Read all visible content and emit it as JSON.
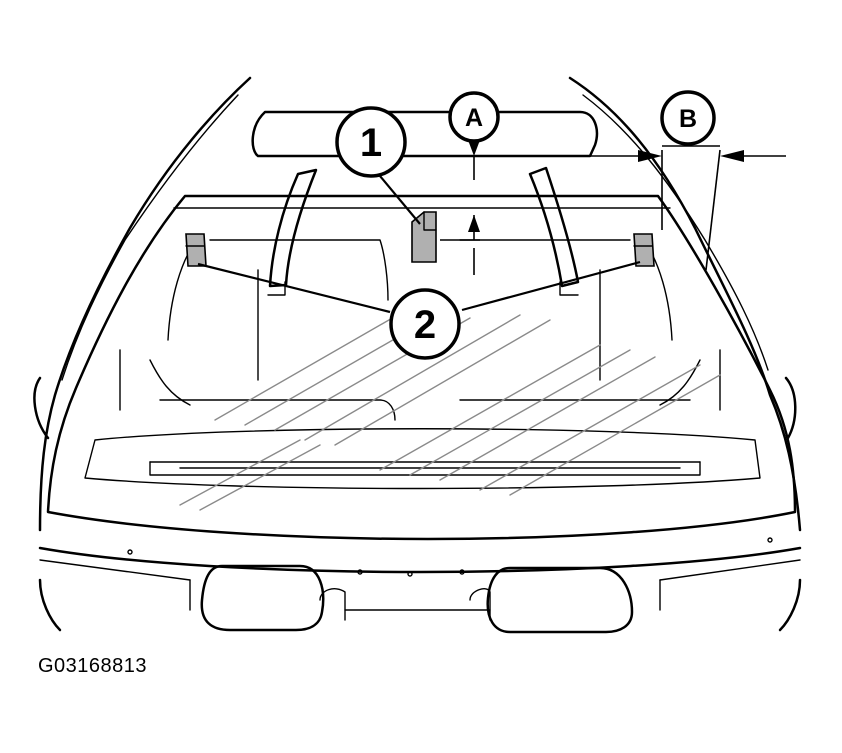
{
  "callouts": {
    "item_1": "1",
    "item_2": "2",
    "dimension_a": "A",
    "dimension_b": "B"
  },
  "figure_code": "G03168813",
  "colors": {
    "line": "#000000",
    "part_fill": "#b0b0b0",
    "background": "#ffffff"
  }
}
